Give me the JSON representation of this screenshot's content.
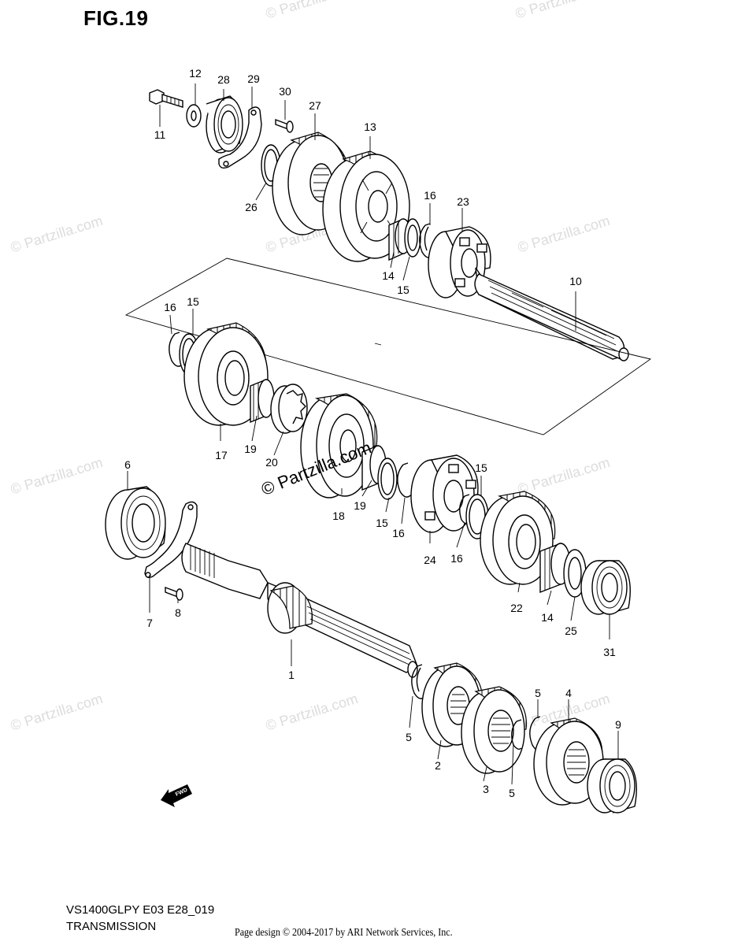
{
  "figure": {
    "title": "FIG.19"
  },
  "callouts": [
    {
      "label": "12",
      "name": "callout-12"
    },
    {
      "label": "28",
      "name": "callout-28"
    },
    {
      "label": "29",
      "name": "callout-29"
    },
    {
      "label": "30",
      "name": "callout-30"
    },
    {
      "label": "11",
      "name": "callout-11"
    },
    {
      "label": "27",
      "name": "callout-27"
    },
    {
      "label": "13",
      "name": "callout-13"
    },
    {
      "label": "26",
      "name": "callout-26"
    },
    {
      "label": "16",
      "name": "callout-16-top"
    },
    {
      "label": "23",
      "name": "callout-23"
    },
    {
      "label": "14",
      "name": "callout-14-top"
    },
    {
      "label": "15",
      "name": "callout-15-top"
    },
    {
      "label": "10",
      "name": "callout-10"
    },
    {
      "label": "16",
      "name": "callout-16-mid"
    },
    {
      "label": "15",
      "name": "callout-15-mid"
    },
    {
      "label": "17",
      "name": "callout-17"
    },
    {
      "label": "19",
      "name": "callout-19-left"
    },
    {
      "label": "20",
      "name": "callout-20"
    },
    {
      "label": "18",
      "name": "callout-18"
    },
    {
      "label": "19",
      "name": "callout-19-right"
    },
    {
      "label": "15",
      "name": "callout-15-low"
    },
    {
      "label": "16",
      "name": "callout-16-low"
    },
    {
      "label": "24",
      "name": "callout-24"
    },
    {
      "label": "16",
      "name": "callout-16-right"
    },
    {
      "label": "15",
      "name": "callout-15-right"
    },
    {
      "label": "22",
      "name": "callout-22"
    },
    {
      "label": "14",
      "name": "callout-14-low"
    },
    {
      "label": "25",
      "name": "callout-25"
    },
    {
      "label": "31",
      "name": "callout-31"
    },
    {
      "label": "6",
      "name": "callout-6"
    },
    {
      "label": "7",
      "name": "callout-7"
    },
    {
      "label": "8",
      "name": "callout-8"
    },
    {
      "label": "1",
      "name": "callout-1"
    },
    {
      "label": "5",
      "name": "callout-5-left"
    },
    {
      "label": "2",
      "name": "callout-2"
    },
    {
      "label": "3",
      "name": "callout-3"
    },
    {
      "label": "5",
      "name": "callout-5-bottom"
    },
    {
      "label": "5",
      "name": "callout-5-top"
    },
    {
      "label": "4",
      "name": "callout-4"
    },
    {
      "label": "9",
      "name": "callout-9"
    }
  ],
  "fwd_label": "FWD",
  "watermark": {
    "text": "© Partzilla.com",
    "center_text": "© Partzilla.com"
  },
  "bottom": {
    "model_code": "VS1400GLPY E03 E28_019",
    "section": "TRANSMISSION",
    "footer": "Page design © 2004-2017 by ARI Network Services, Inc."
  }
}
